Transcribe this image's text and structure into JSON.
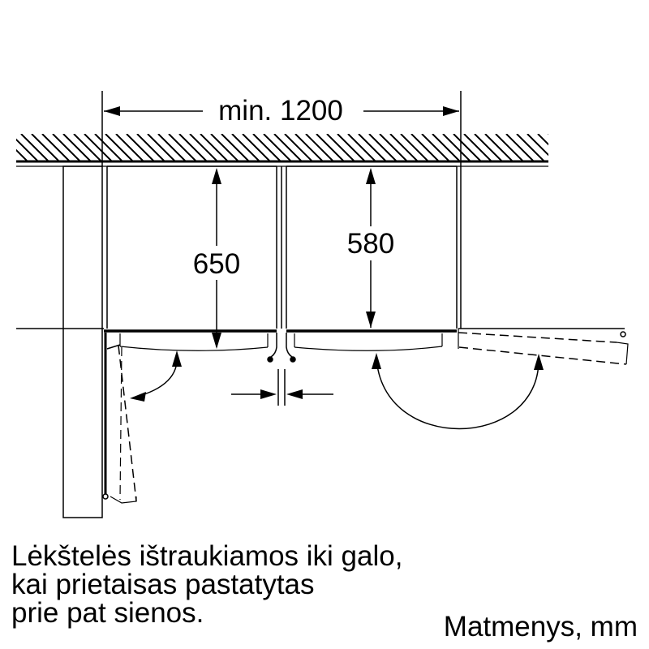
{
  "dimensions": {
    "total_width": "min. 1200",
    "left_depth": "650",
    "right_depth": "580"
  },
  "caption": {
    "line1": "Lėkštelės ištraukiamos iki galo,",
    "line2": "kai prietaisas pastatytas",
    "line3": "prie pat sienos."
  },
  "units_label": "Matmenys, mm"
}
